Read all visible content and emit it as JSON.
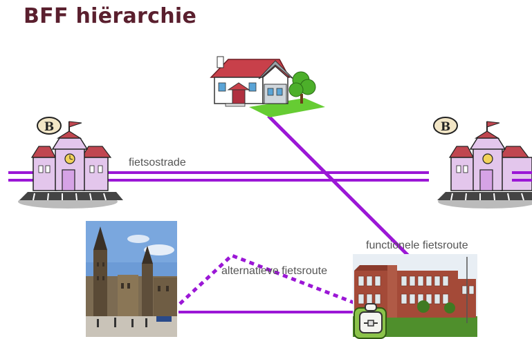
{
  "title": "BFF hiërarchie",
  "labels": {
    "fietsostrade": "fietsostrade",
    "functionele": "functionele fietsroute",
    "alternatieve": "alternatieve fietsroute"
  },
  "station_badge": "B",
  "colors": {
    "route": "#9b17d6",
    "title": "#5a1f2e",
    "label": "#555555"
  },
  "icons": [
    "house-icon",
    "train-station-left-icon",
    "train-station-right-icon",
    "city-photo",
    "school-photo",
    "backpack-icon"
  ]
}
